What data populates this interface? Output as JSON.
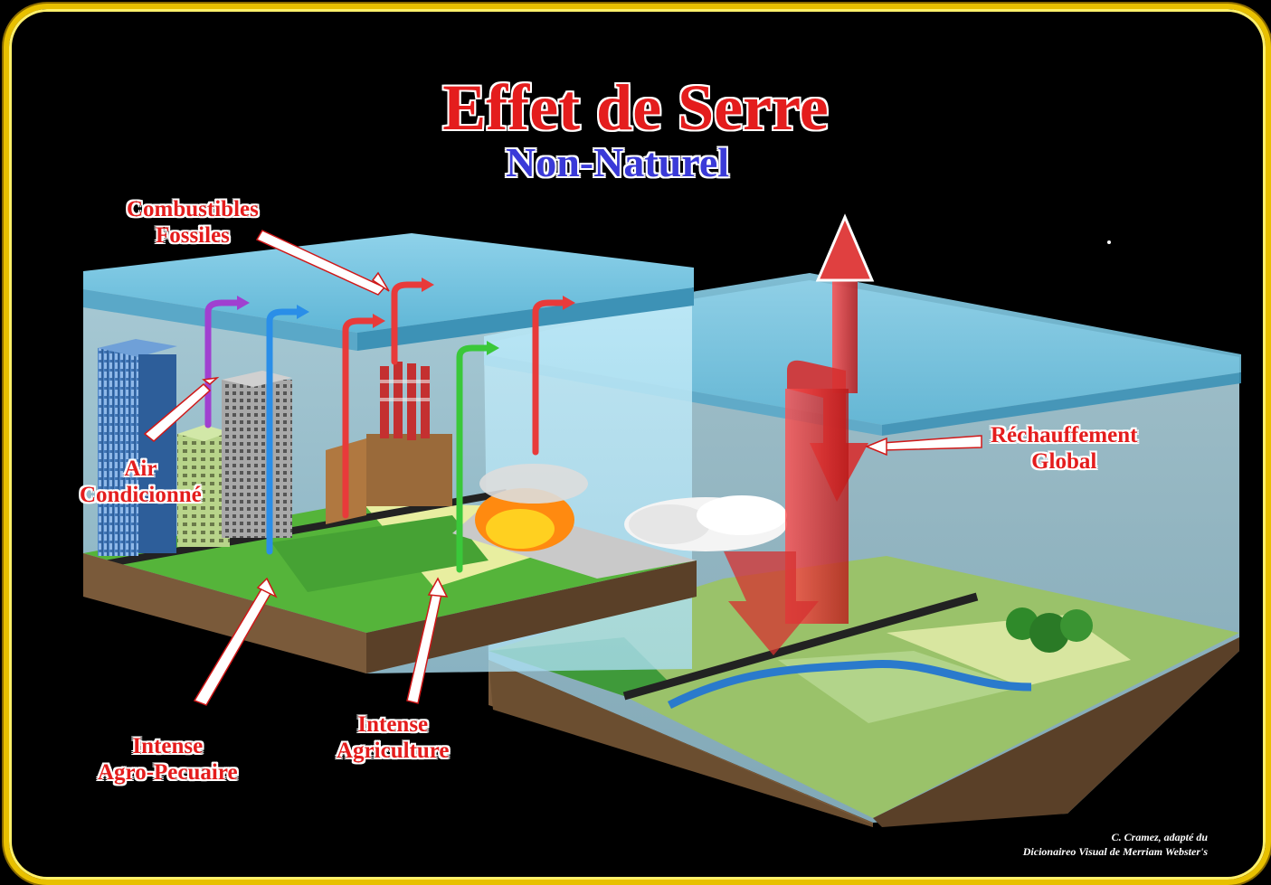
{
  "title": "Effet de Serre",
  "subtitle": "Non-Naturel",
  "labels": {
    "combustibles": "Combustibles\nFossiles",
    "air": "Air\nCondicionné",
    "rechauffement": "Réchauffement\nGlobal",
    "agro": "Intense\nAgro-Pecuaire",
    "agriculture": "Intense\nAgriculture"
  },
  "credit": {
    "line1": "C. Cramez, adapté du",
    "line2": "Dicionaireo Visual de Merriam Webster's"
  },
  "colors": {
    "frame": "#e8c000",
    "label_red": "#e41d1d",
    "subtitle_blue": "#3a3ad8",
    "sky": "#bfe8f5",
    "ground": "#7a5a3a"
  }
}
